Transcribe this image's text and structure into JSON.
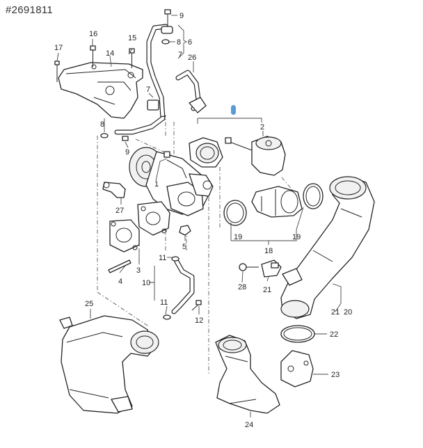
{
  "reference_number": "#2691811",
  "callouts": {
    "c1": "1",
    "c2": "2",
    "c3": "3",
    "c4": "4",
    "c5": "5",
    "c6": "6",
    "c7a": "7",
    "c7b": "7",
    "c8a": "8",
    "c8b": "8",
    "c9a": "9",
    "c9b": "9",
    "c10": "10",
    "c11a": "11",
    "c11b": "11",
    "c12": "12",
    "c14": "14",
    "c15": "15",
    "c16": "16",
    "c17": "17",
    "c18": "18",
    "c19a": "19",
    "c19b": "19",
    "c20": "20",
    "c21a": "21",
    "c21b": "21",
    "c22": "22",
    "c23": "23",
    "c24": "24",
    "c25": "25",
    "c26": "26",
    "c27": "27",
    "c28": "28"
  },
  "highlight_color": "#5b9bd5"
}
